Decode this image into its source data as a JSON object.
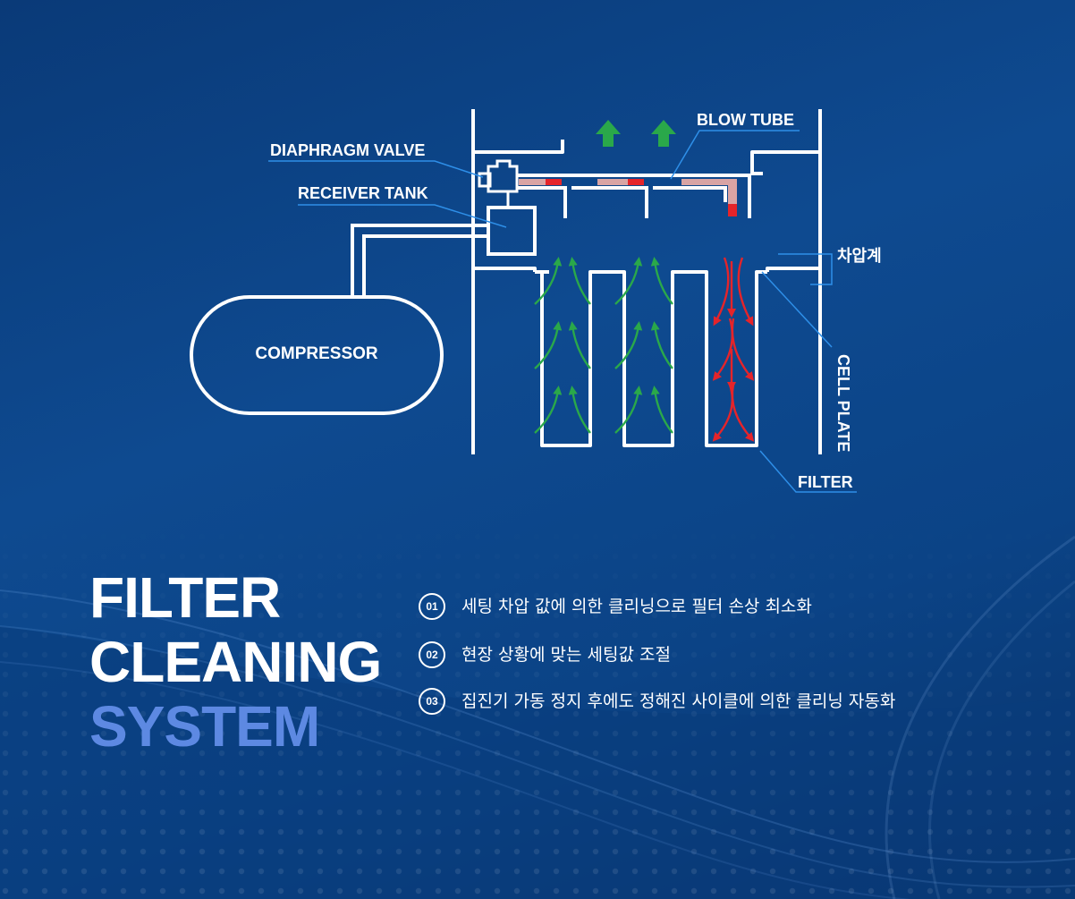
{
  "colors": {
    "background": "#0b4386",
    "diagram_line": "#ffffff",
    "up_arrow": "#2aa84a",
    "clean_arrow": "#e5242a",
    "leader_line": "#2e8fe8",
    "tube_segment": "#d9a4a4",
    "title_accent": "#5d89e2"
  },
  "diagram": {
    "labels": {
      "blow_tube": "BLOW TUBE",
      "diaphragm_valve": "DIAPHRAGM VALVE",
      "receiver_tank": "RECEIVER TANK",
      "compressor": "COMPRESSOR",
      "differential_gauge": "차압계",
      "cell_plate": "CELL PLATE",
      "filter": "FILTER"
    }
  },
  "title": {
    "line1": "FILTER",
    "line2": "CLEANING",
    "line3": "SYSTEM"
  },
  "features": [
    {
      "number": "01",
      "text": "세팅 차압 값에 의한 클리닝으로 필터 손상 최소화"
    },
    {
      "number": "02",
      "text": "현장 상황에 맞는 세팅값 조절"
    },
    {
      "number": "03",
      "text": "집진기 가동 정지 후에도 정해진 사이클에 의한 클리닝 자동화"
    }
  ]
}
